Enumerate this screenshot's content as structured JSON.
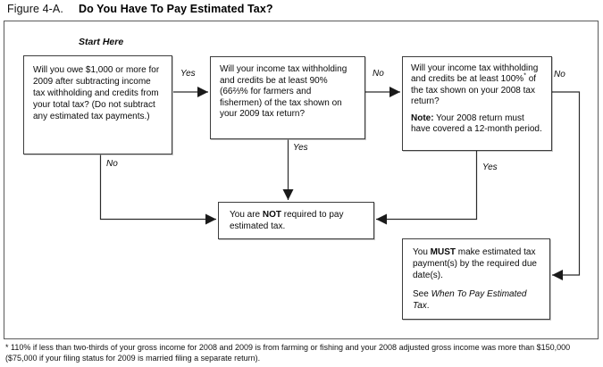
{
  "title": {
    "figure_label": "Figure 4-A.",
    "heading": "Do You Have To Pay Estimated Tax?"
  },
  "flowchart": {
    "start_label": "Start Here",
    "boxes": {
      "q1": {
        "text": "Will you owe $1,000 or more for 2009 after subtracting income tax withholding and credits from your total tax? (Do not subtract any estimated tax payments.)"
      },
      "q2": {
        "text": "Will your income tax withholding and credits be at least 90% (66⅔% for farmers and fishermen) of the tax shown on your 2009 tax return?"
      },
      "q3": {
        "text_before_sup": "Will your income tax withholding and credits be at least 100%",
        "sup": "*",
        "text_after_sup": " of the tax shown on your 2008 tax return?",
        "note_label": "Note:",
        "note_text": " Your 2008 return must have covered a 12-month period."
      },
      "not_required": {
        "pre": "You are ",
        "bold": "NOT",
        "post": " required to pay estimated tax."
      },
      "must_pay": {
        "pre": "You ",
        "bold": "MUST",
        "post": " make estimated tax payment(s) by the required due date(s).",
        "see_pre": "See ",
        "see_italic": "When To Pay Estimated Tax",
        "see_post": "."
      }
    },
    "labels": {
      "yes_q1_to_q2": "Yes",
      "no_q2_to_q3": "No",
      "no_q3_right": "No",
      "no_q1_down": "No",
      "yes_q2_down": "Yes",
      "yes_q3_down": "Yes"
    }
  },
  "footnote": "* 110% if less than two-thirds of your gross income for 2008 and 2009 is from farming or fishing and your 2008 adjusted gross income was more than $150,000 ($75,000 if your filing status for 2009 is married filing a separate return).",
  "colors": {
    "line": "#2b2b2b",
    "arrowhead": "#1a1a1a",
    "box_border": "#3d3d3d",
    "frame_border": "#5a5a5a",
    "text": "#000000",
    "background": "#ffffff"
  }
}
